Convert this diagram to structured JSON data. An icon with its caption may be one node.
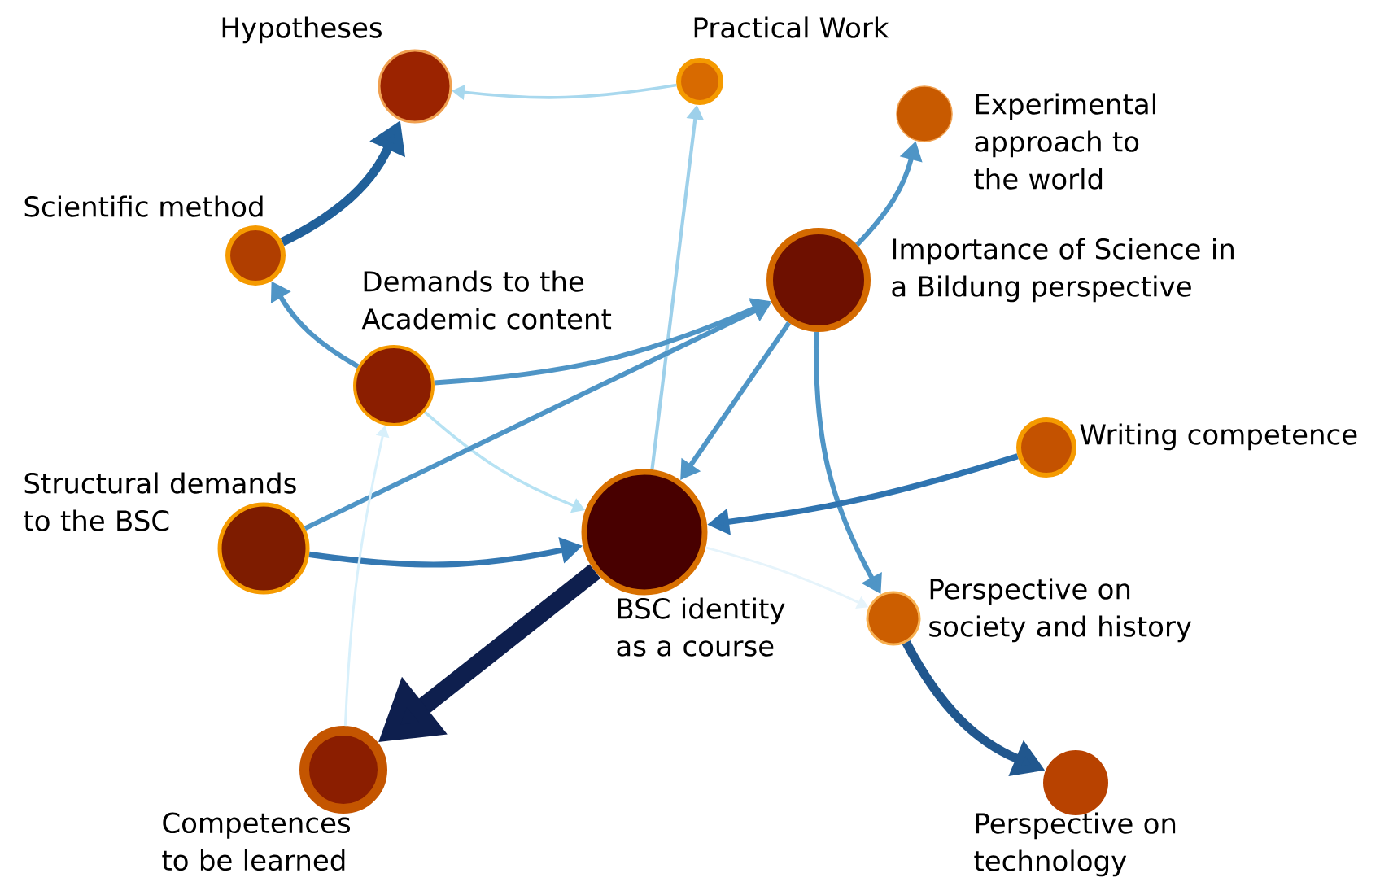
{
  "diagram": {
    "nodes": [
      {
        "text": [
          "Hypotheses"
        ]
      },
      {
        "text": [
          "Practical Work"
        ]
      },
      {
        "text": [
          "Experimental approach to the world"
        ]
      },
      {
        "text": [
          "Scientific method"
        ]
      },
      {
        "text": [
          "Importance of Science in a Bildung perspective"
        ]
      },
      {
        "text": [
          "Demands to the Academic content"
        ]
      },
      {
        "text": [
          "Writing competence"
        ]
      },
      {
        "text": [
          "Structural demands to the BSC"
        ]
      },
      {
        "text": [
          "BSC identity as a course"
        ]
      },
      {
        "text": [
          "Perspective on society and history"
        ]
      },
      {
        "text": [
          "Competences to be learned"
        ]
      },
      {
        "text": [
          "Perspective on technology"
        ]
      }
    ],
    "edges": [
      {
        "from": 3,
        "to": 0,
        "arrow": "to",
        "style": "thick",
        "color": "#21609a"
      },
      {
        "from": 1,
        "to": 0,
        "arrow": "to",
        "color": "#a8d8ee"
      },
      {
        "from": 8,
        "to": 1,
        "arrow": "to",
        "color": "#9dd0ea"
      },
      {
        "from": 5,
        "to": 3,
        "arrow": "to"
      },
      {
        "from": 5,
        "to": 4,
        "arrow": "to"
      },
      {
        "from": 5,
        "to": 8,
        "arrow": "to",
        "color": "#b6e2f3"
      },
      {
        "from": 7,
        "to": 4,
        "arrow": "to"
      },
      {
        "from": 7,
        "to": 8,
        "arrow": "to",
        "color": "#3478b2"
      },
      {
        "from": 4,
        "to": 2,
        "arrow": "to"
      },
      {
        "from": 4,
        "to": 8,
        "arrow": "to"
      },
      {
        "from": 4,
        "to": 9,
        "arrow": "to"
      },
      {
        "from": 6,
        "to": 8,
        "arrow": "to",
        "color": "#2f74b0"
      },
      {
        "from": 8,
        "to": 9,
        "arrow": "to",
        "color": "#e6f4fb"
      },
      {
        "from": 8,
        "to": 10,
        "arrow": "to",
        "style": "thick",
        "color": "#0e1f4e"
      },
      {
        "from": 10,
        "to": 5,
        "arrow": "to",
        "color": "#d8f0fb"
      },
      {
        "from": 9,
        "to": 11,
        "arrow": "to",
        "style": "thick",
        "color": "#21578e"
      }
    ]
  }
}
